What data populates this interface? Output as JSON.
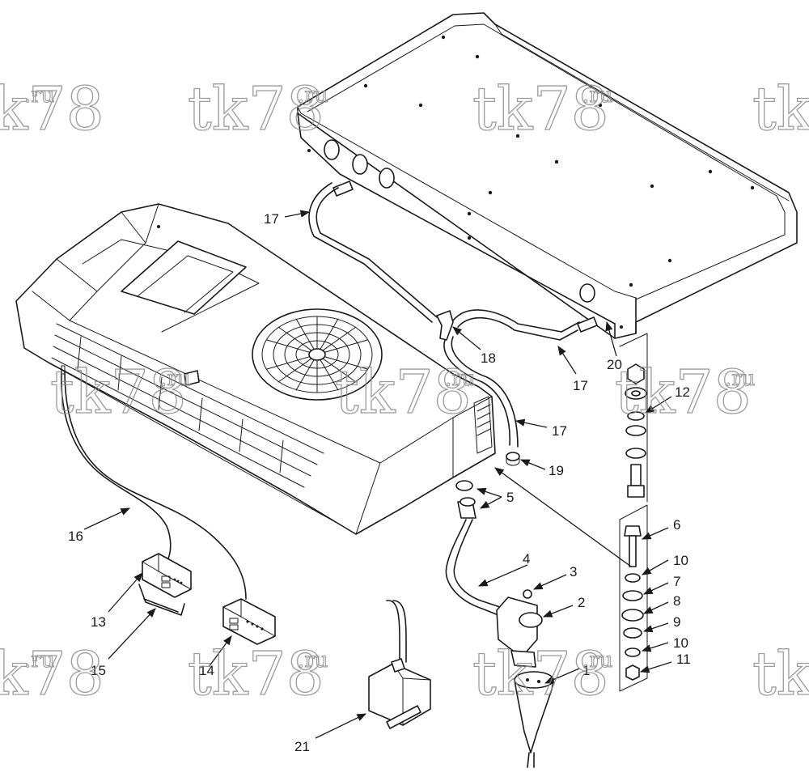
{
  "watermark": {
    "main": "tk78",
    "suffix": ".ru"
  },
  "callouts": {
    "c1": "1",
    "c2": "2",
    "c3": "3",
    "c4": "4",
    "c5": "5",
    "c6": "6",
    "c7": "7",
    "c8": "8",
    "c9": "9",
    "c10a": "10",
    "c10b": "10",
    "c11": "11",
    "c12": "12",
    "c13": "13",
    "c14": "14",
    "c15": "15",
    "c16": "16",
    "c17a": "17",
    "c17b": "17",
    "c17c": "17",
    "c18": "18",
    "c19": "19",
    "c20": "20",
    "c21": "21"
  }
}
